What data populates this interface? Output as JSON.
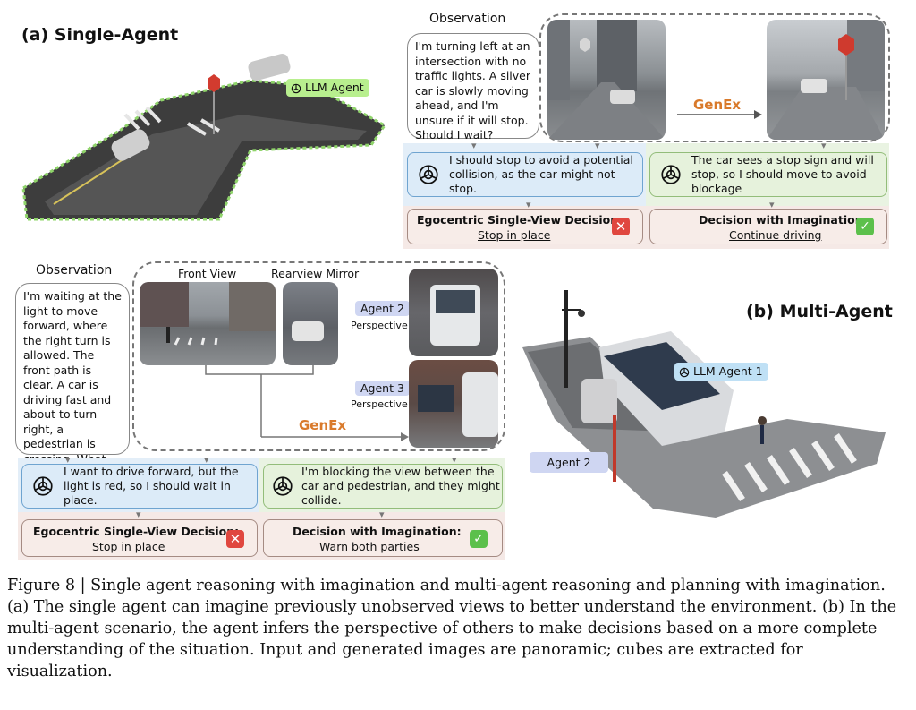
{
  "single_agent": {
    "title": "(a) Single-Agent",
    "llm_agent": "LLM Agent",
    "observation_label": "Observation",
    "observation_text": "I'm turning left at an intersection with no traffic lights. A silver car is slowly moving ahead, and I'm unsure if it will stop. Should I wait?",
    "genex": "GenEx",
    "reasoning_left": "I should stop to avoid a potential collision, as the car might not stop.",
    "reasoning_right": "The car sees a stop sign and will stop, so I should move to avoid blockage",
    "decision_left_heading": "Egocentric Single-View Decision:",
    "decision_left_value": "Stop in place",
    "decision_right_heading": "Decision with Imagination:",
    "decision_right_value": "Continue driving"
  },
  "multi_agent": {
    "title": "(b) Multi-Agent",
    "observation_label": "Observation",
    "observation_text": "I'm waiting at the light to move forward, where the right turn is allowed. The front path is clear. A car is driving fast and about to turn right, a pedestrian is crossing. What should I do?",
    "front_view": "Front View",
    "rearview_mirror": "Rearview Mirror",
    "agent2_tag": "Agent 2",
    "agent3_tag": "Agent 3",
    "perspective": "Perspective",
    "genex": "GenEx",
    "reasoning_left": "I want to drive forward, but the light is red, so I should wait in place.",
    "reasoning_right": "I'm blocking the view between the car and pedestrian, and they might collide.",
    "decision_left_heading": "Egocentric Single-View Decision:",
    "decision_left_value": "Stop in place",
    "decision_right_heading": "Decision with Imagination:",
    "decision_right_value": "Warn both parties",
    "llm_agent_1": "LLM Agent 1",
    "agent2_scene": "Agent 2"
  },
  "caption": "Figure 8 | Single agent reasoning with imagination and multi-agent reasoning and planning with imagination. (a) The single agent can imagine previously unobserved views to better understand the environment. (b) In the multi-agent scenario, the agent infers the perspective of others to make decisions based on a more complete understanding of the situation. Input and generated images are panoramic; cubes are extracted for visualization.",
  "colors": {
    "genex": "#d97a2b",
    "reasoning_blue": "#dcebf8",
    "reasoning_green": "#e6f2dc",
    "decision_bg": "#f7ece8",
    "cross": "#e0473f",
    "check": "#5cc04b"
  },
  "icons": [
    "openai-logo-icon",
    "cross-mark-icon",
    "check-mark-icon",
    "arrow-icon",
    "stop-sign-icon"
  ]
}
